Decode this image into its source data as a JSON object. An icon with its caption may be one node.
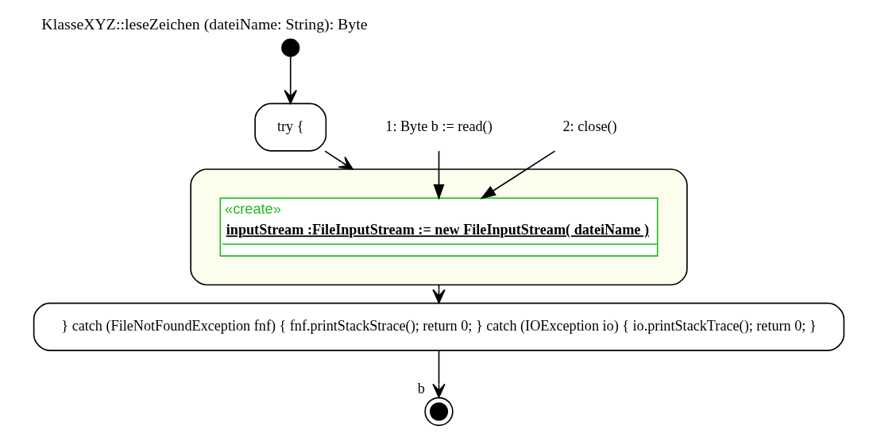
{
  "diagram": {
    "title": "KlasseXYZ::leseZeichen (dateiName: String): Byte",
    "nodes": [
      {
        "text": [],
        "shape": "circle"
      },
      {
        "text": [
          "try {"
        ]
      },
      {
        "text": [],
        "shape": "box"
      },
      {
        "text": [
          "«create»",
          "inputStream :FileInputStream := new FileInputStream( dateiName )"
        ],
        "in": 2
      },
      {
        "text": [
          "1: Byte b := read()"
        ]
      },
      {
        "text": [
          "2: close()"
        ]
      },
      {
        "text": [
          "} catch (FileNotFoundException fnf) { fnf.printStackStrace(); return 0; } catch (IOException io) { io.printStackTrace(); return 0; }"
        ]
      },
      {
        "text": [],
        "shape": "circle",
        "beside": [
          "b"
        ]
      }
    ],
    "edges": [
      {
        "from": 0,
        "to": 1,
        "arrow": "to"
      },
      {
        "from": 1,
        "to": 2,
        "arrow": "to"
      },
      {
        "from": 2,
        "to": 6,
        "arrow": "to"
      },
      {
        "from": 6,
        "to": 7,
        "arrow": "to"
      },
      {
        "from": 4,
        "to": 3,
        "arrow": "to"
      },
      {
        "from": 5,
        "to": 3,
        "arrow": "to"
      }
    ]
  }
}
